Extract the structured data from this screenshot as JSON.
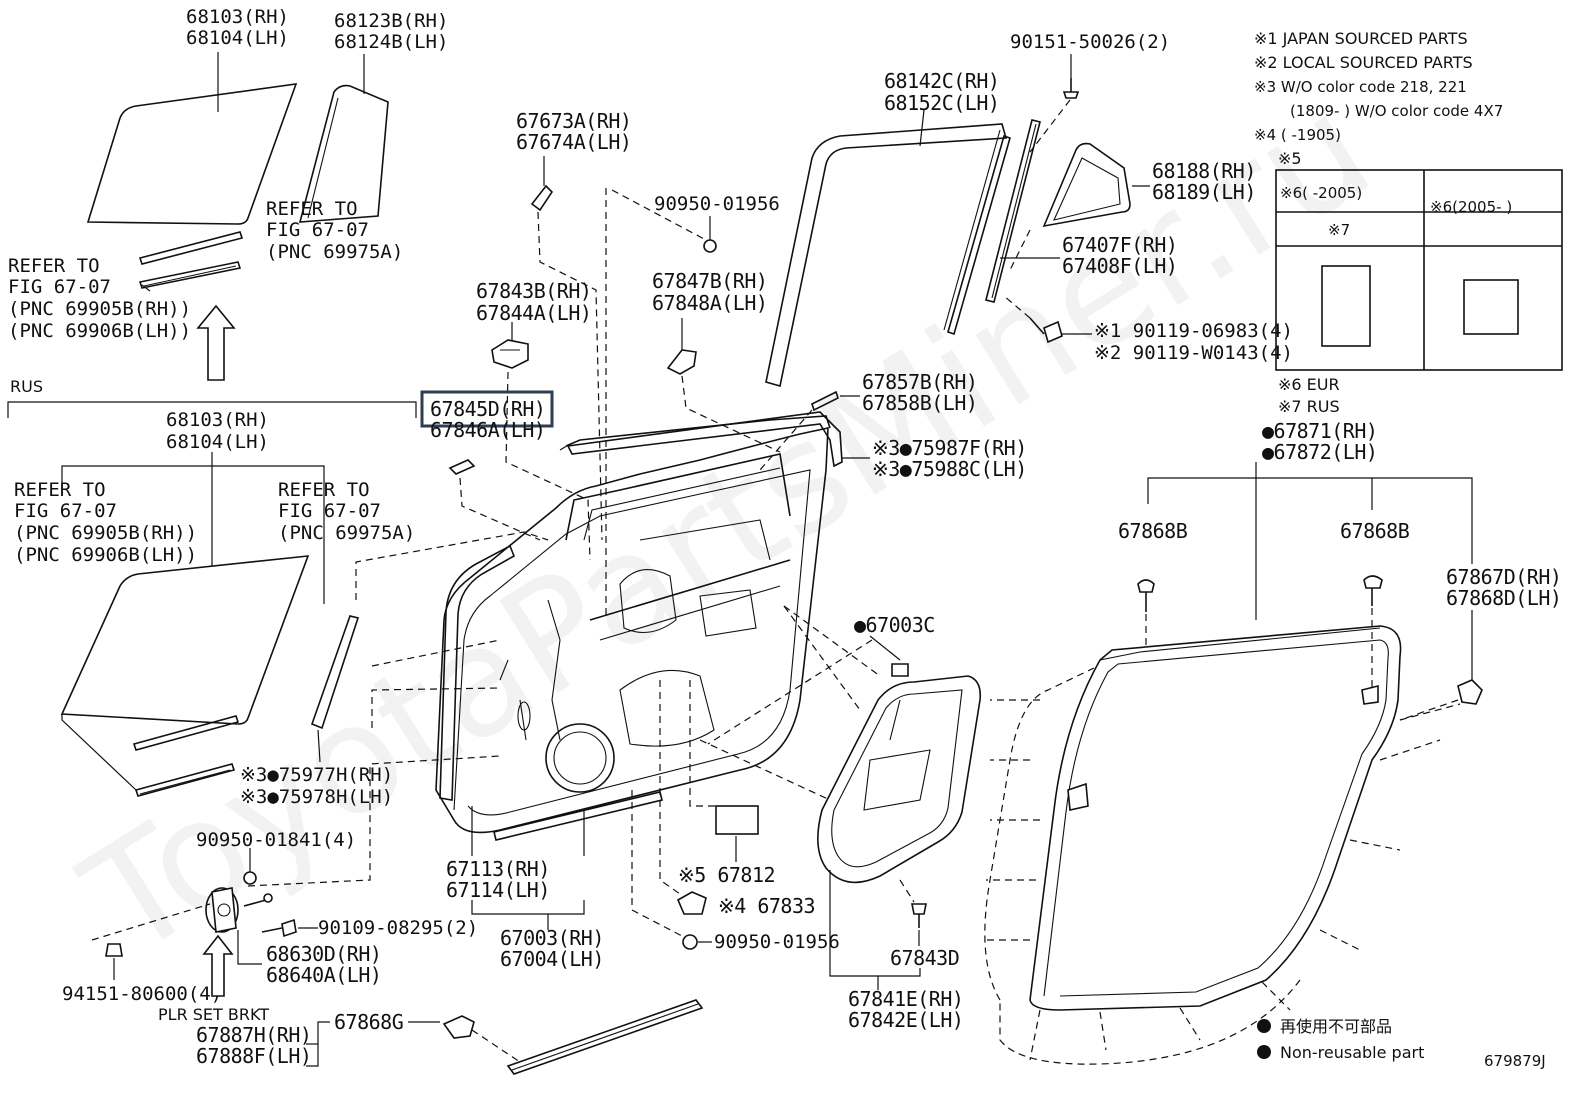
{
  "diagram_id": "679879J",
  "watermark": "ToyotaPartsMiner.ru",
  "section_label": "RUS",
  "notes": [
    "※1 JAPAN SOURCED PARTS",
    "※2 LOCAL SOURCED PARTS",
    "※3 W/O color code 218, 221",
    "(1809-      ) W/O color code 4X7",
    "※4 (       -1905)"
  ],
  "box": {
    "title": "※5",
    "cell_left": "※6(      -2005)",
    "cell_right": "※6(2005-       )",
    "cell_sub": "※7"
  },
  "market_notes": [
    "※6 EUR",
    "※7 RUS"
  ],
  "legend": {
    "jp": "再使用不可部品",
    "en": "Non-reusable part"
  },
  "labels": {
    "l68103_rh": "68103(RH)",
    "l68104_lh": "68104(LH)",
    "l68123b_rh": "68123B(RH)",
    "l68124b_lh": "68124B(LH)",
    "refer_a1": "REFER TO",
    "refer_a2": "FIG 67-07",
    "refer_a3": "(PNC 69975A)",
    "refer_b1": "REFER TO",
    "refer_b2": "FIG 67-07",
    "refer_b3": "(PNC 69905B(RH))",
    "refer_b4": "(PNC 69906B(LH))",
    "l67673a_rh": "67673A(RH)",
    "l67674a_lh": "67674A(LH)",
    "l90950_01956_top": "90950-01956",
    "l67843b_rh": "67843B(RH)",
    "l67844a_lh": "67844A(LH)",
    "l67847b_rh": "67847B(RH)",
    "l67848a_lh": "67848A(LH)",
    "l68142c_rh": "68142C(RH)",
    "l68152c_lh": "68152C(LH)",
    "l90151": "90151-50026(2)",
    "l68188_rh": "68188(RH)",
    "l68189_lh": "68189(LH)",
    "l67407f_rh": "67407F(RH)",
    "l67408f_lh": "67408F(LH)",
    "l90119_1": "※1 90119-06983(4)",
    "l90119_2": "※2 90119-W0143(4)",
    "l67857b_rh": "67857B(RH)",
    "l67858b_lh": "67858B(LH)",
    "l67845d_rh": "67845D(RH)",
    "l67846a_lh": "67846A(LH)",
    "l68103_rh_2": "68103(RH)",
    "l68104_lh_2": "68104(LH)",
    "refer_c1": "REFER TO",
    "refer_c2": "FIG 67-07",
    "refer_c3": "(PNC 69905B(RH))",
    "refer_c4": "(PNC 69906B(LH))",
    "refer_d1": "REFER TO",
    "refer_d2": "FIG 67-07",
    "refer_d3": "(PNC 69975A)",
    "l75987f_rh": "※3●75987F(RH)",
    "l75988c_lh": "※3●75988C(LH)",
    "l67871_rh": "●67871(RH)",
    "l67872_lh": "●67872(LH)",
    "l67868b_1": "67868B",
    "l67868b_2": "67868B",
    "l67867d_rh": "67867D(RH)",
    "l67868d_lh": "67868D(LH)",
    "l67003c": "●67003C",
    "l75977h_rh": "※3●75977H(RH)",
    "l75978h_lh": "※3●75978H(LH)",
    "l90950_01841": "90950-01841(4)",
    "l67113_rh": "67113(RH)",
    "l67114_lh": "67114(LH)",
    "l67812": "※5 67812",
    "l67833": "※4 67833",
    "l90109": "90109-08295(2)",
    "l68630d_rh": "68630D(RH)",
    "l68640a_lh": "68640A(LH)",
    "l67003_rh": "67003(RH)",
    "l67004_lh": "67004(LH)",
    "l90950_01956_bot": "90950-01956",
    "l67843d": "67843D",
    "l94151": "94151-80600(4)",
    "l_plr": "PLR SET BRKT",
    "l67841e_rh": "67841E(RH)",
    "l67842e_lh": "67842E(LH)",
    "l67887h_rh": "67887H(RH)",
    "l67888f_lh": "67888F(LH)",
    "l67868g": "67868G"
  }
}
